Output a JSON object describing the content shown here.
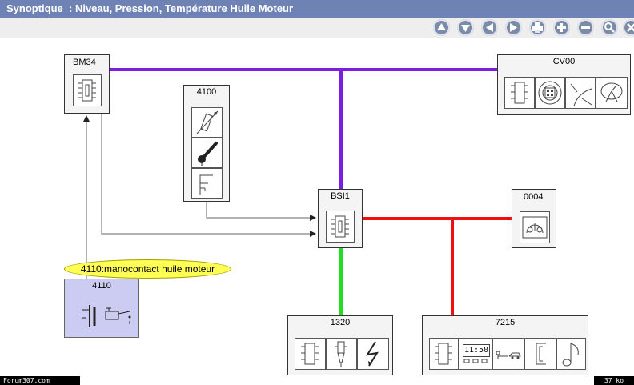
{
  "window": {
    "title": "Synoptique  : Niveau, Pression, Température Huile Moteur"
  },
  "toolbar": {
    "buttons": [
      {
        "name": "up-button",
        "icon": "arrow-up-icon"
      },
      {
        "name": "down-button",
        "icon": "arrow-down-icon"
      },
      {
        "name": "left-button",
        "icon": "arrow-left-icon"
      },
      {
        "name": "right-button",
        "icon": "arrow-right-icon"
      },
      {
        "name": "print-button",
        "icon": "printer-icon"
      },
      {
        "name": "zoom-in-button",
        "icon": "plus-icon"
      },
      {
        "name": "zoom-out-button",
        "icon": "minus-icon"
      },
      {
        "name": "search-button",
        "icon": "magnifier-icon"
      },
      {
        "name": "close-button",
        "icon": "close-icon"
      }
    ]
  },
  "diagram": {
    "boxes": {
      "bm34": "BM34",
      "cv00": "CV00",
      "c4100": "4100",
      "bsi1": "BSI1",
      "c0004": "0004",
      "c4110": "4110",
      "c1320": "1320",
      "c7215": "7215"
    },
    "callout": "4110:manocontact huile moteur",
    "clock_text": "11:50",
    "bus_colors": {
      "can_top": "#7a1fe0",
      "can_right": "#ee1111",
      "can_bottom": "#22dd22",
      "wire": "#444444"
    }
  },
  "footer": {
    "left": "Forum307.com",
    "right": "37 ko"
  }
}
